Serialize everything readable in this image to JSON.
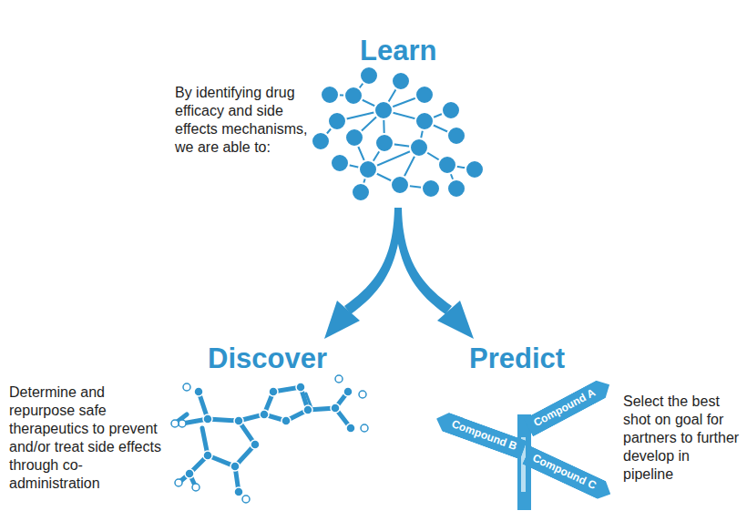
{
  "diagram": {
    "nodes": [
      {
        "text": [
          "Compound A"
        ]
      },
      {
        "text": [
          "Compound B"
        ]
      },
      {
        "text": [
          "Compound C"
        ]
      }
    ],
    "labels": [
      "Learn",
      "By identifying drug efficacy and side effects mechanisms, we are able to:",
      "Discover",
      "Predict",
      "Determine and repurpose safe therapeutics to prevent and/or treat side effects through co-administration",
      "Select the best shot on goal for partners to further develop in pipeline"
    ]
  }
}
